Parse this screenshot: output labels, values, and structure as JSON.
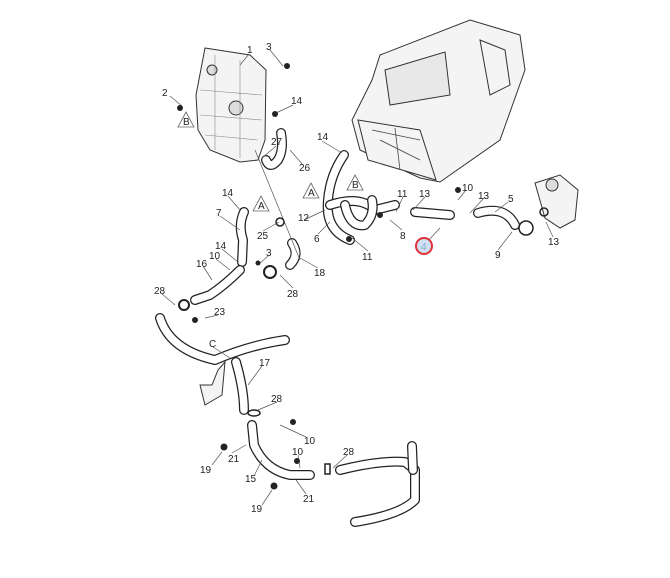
{
  "diagram": {
    "title": "Heater hose / coolant reservoir exploded parts diagram",
    "highlight_color": "#e0303a",
    "highlighted_callout": "4",
    "callouts": [
      "1",
      "3",
      "2",
      "14",
      "27",
      "26",
      "14",
      "11",
      "13",
      "10",
      "13",
      "5",
      "14",
      "7",
      "12",
      "25",
      "6",
      "8",
      "11",
      "4",
      "9",
      "13",
      "14",
      "10",
      "3",
      "16",
      "18",
      "28",
      "28",
      "23",
      "17",
      "28",
      "10",
      "21",
      "19",
      "10",
      "28",
      "15",
      "21",
      "19"
    ],
    "reference_marks": [
      "B",
      "A",
      "B",
      "A",
      "C"
    ]
  }
}
